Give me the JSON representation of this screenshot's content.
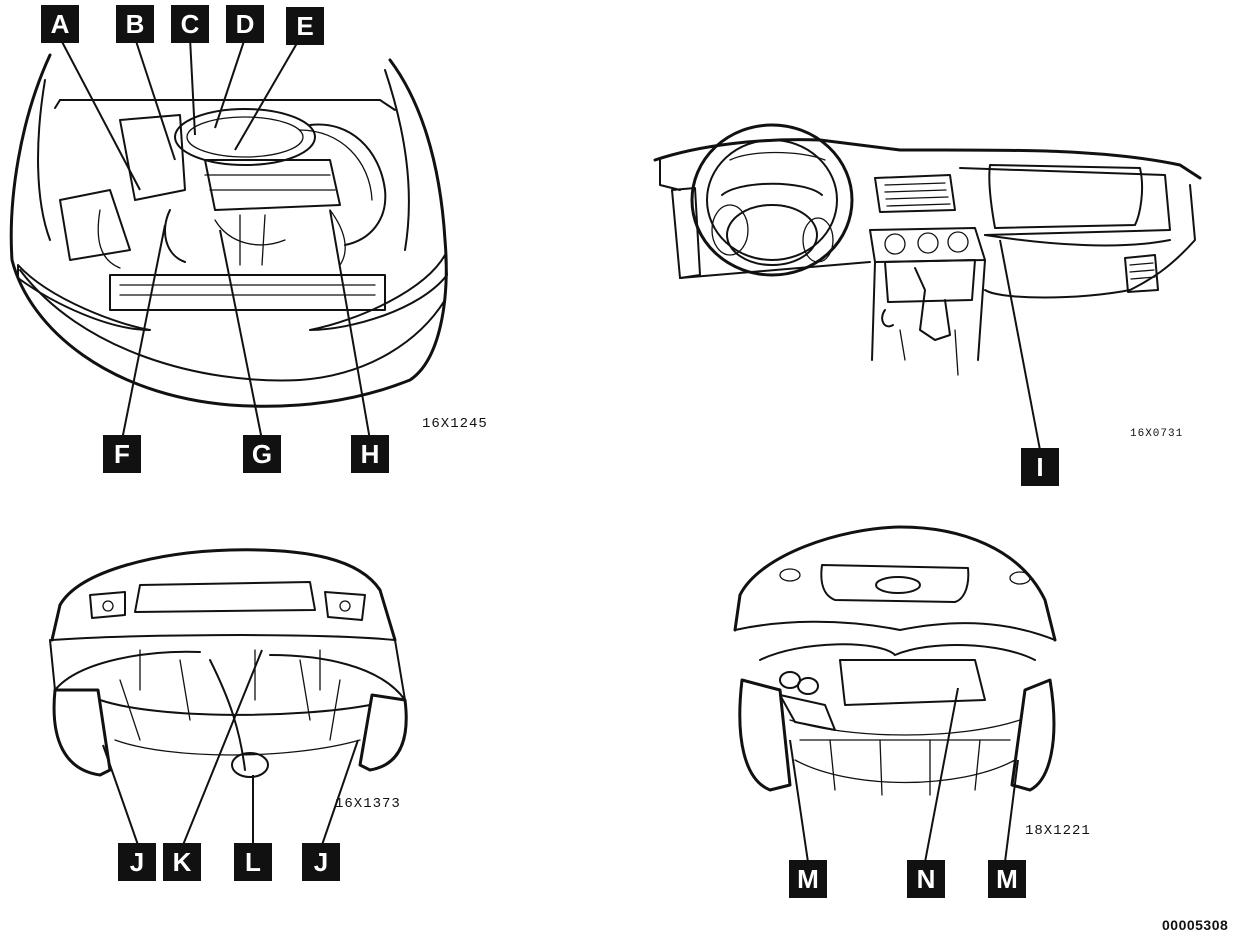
{
  "figures": [
    {
      "ref": "16X1245",
      "callouts": [
        "A",
        "B",
        "C",
        "D",
        "E",
        "F",
        "G",
        "H"
      ]
    },
    {
      "ref": "16X0731",
      "callouts": [
        "I"
      ]
    },
    {
      "ref": "16X1373",
      "callouts": [
        "J",
        "K",
        "L",
        "J"
      ]
    },
    {
      "ref": "18X1221",
      "callouts": [
        "M",
        "N",
        "M"
      ]
    }
  ],
  "document_id": "00005308"
}
